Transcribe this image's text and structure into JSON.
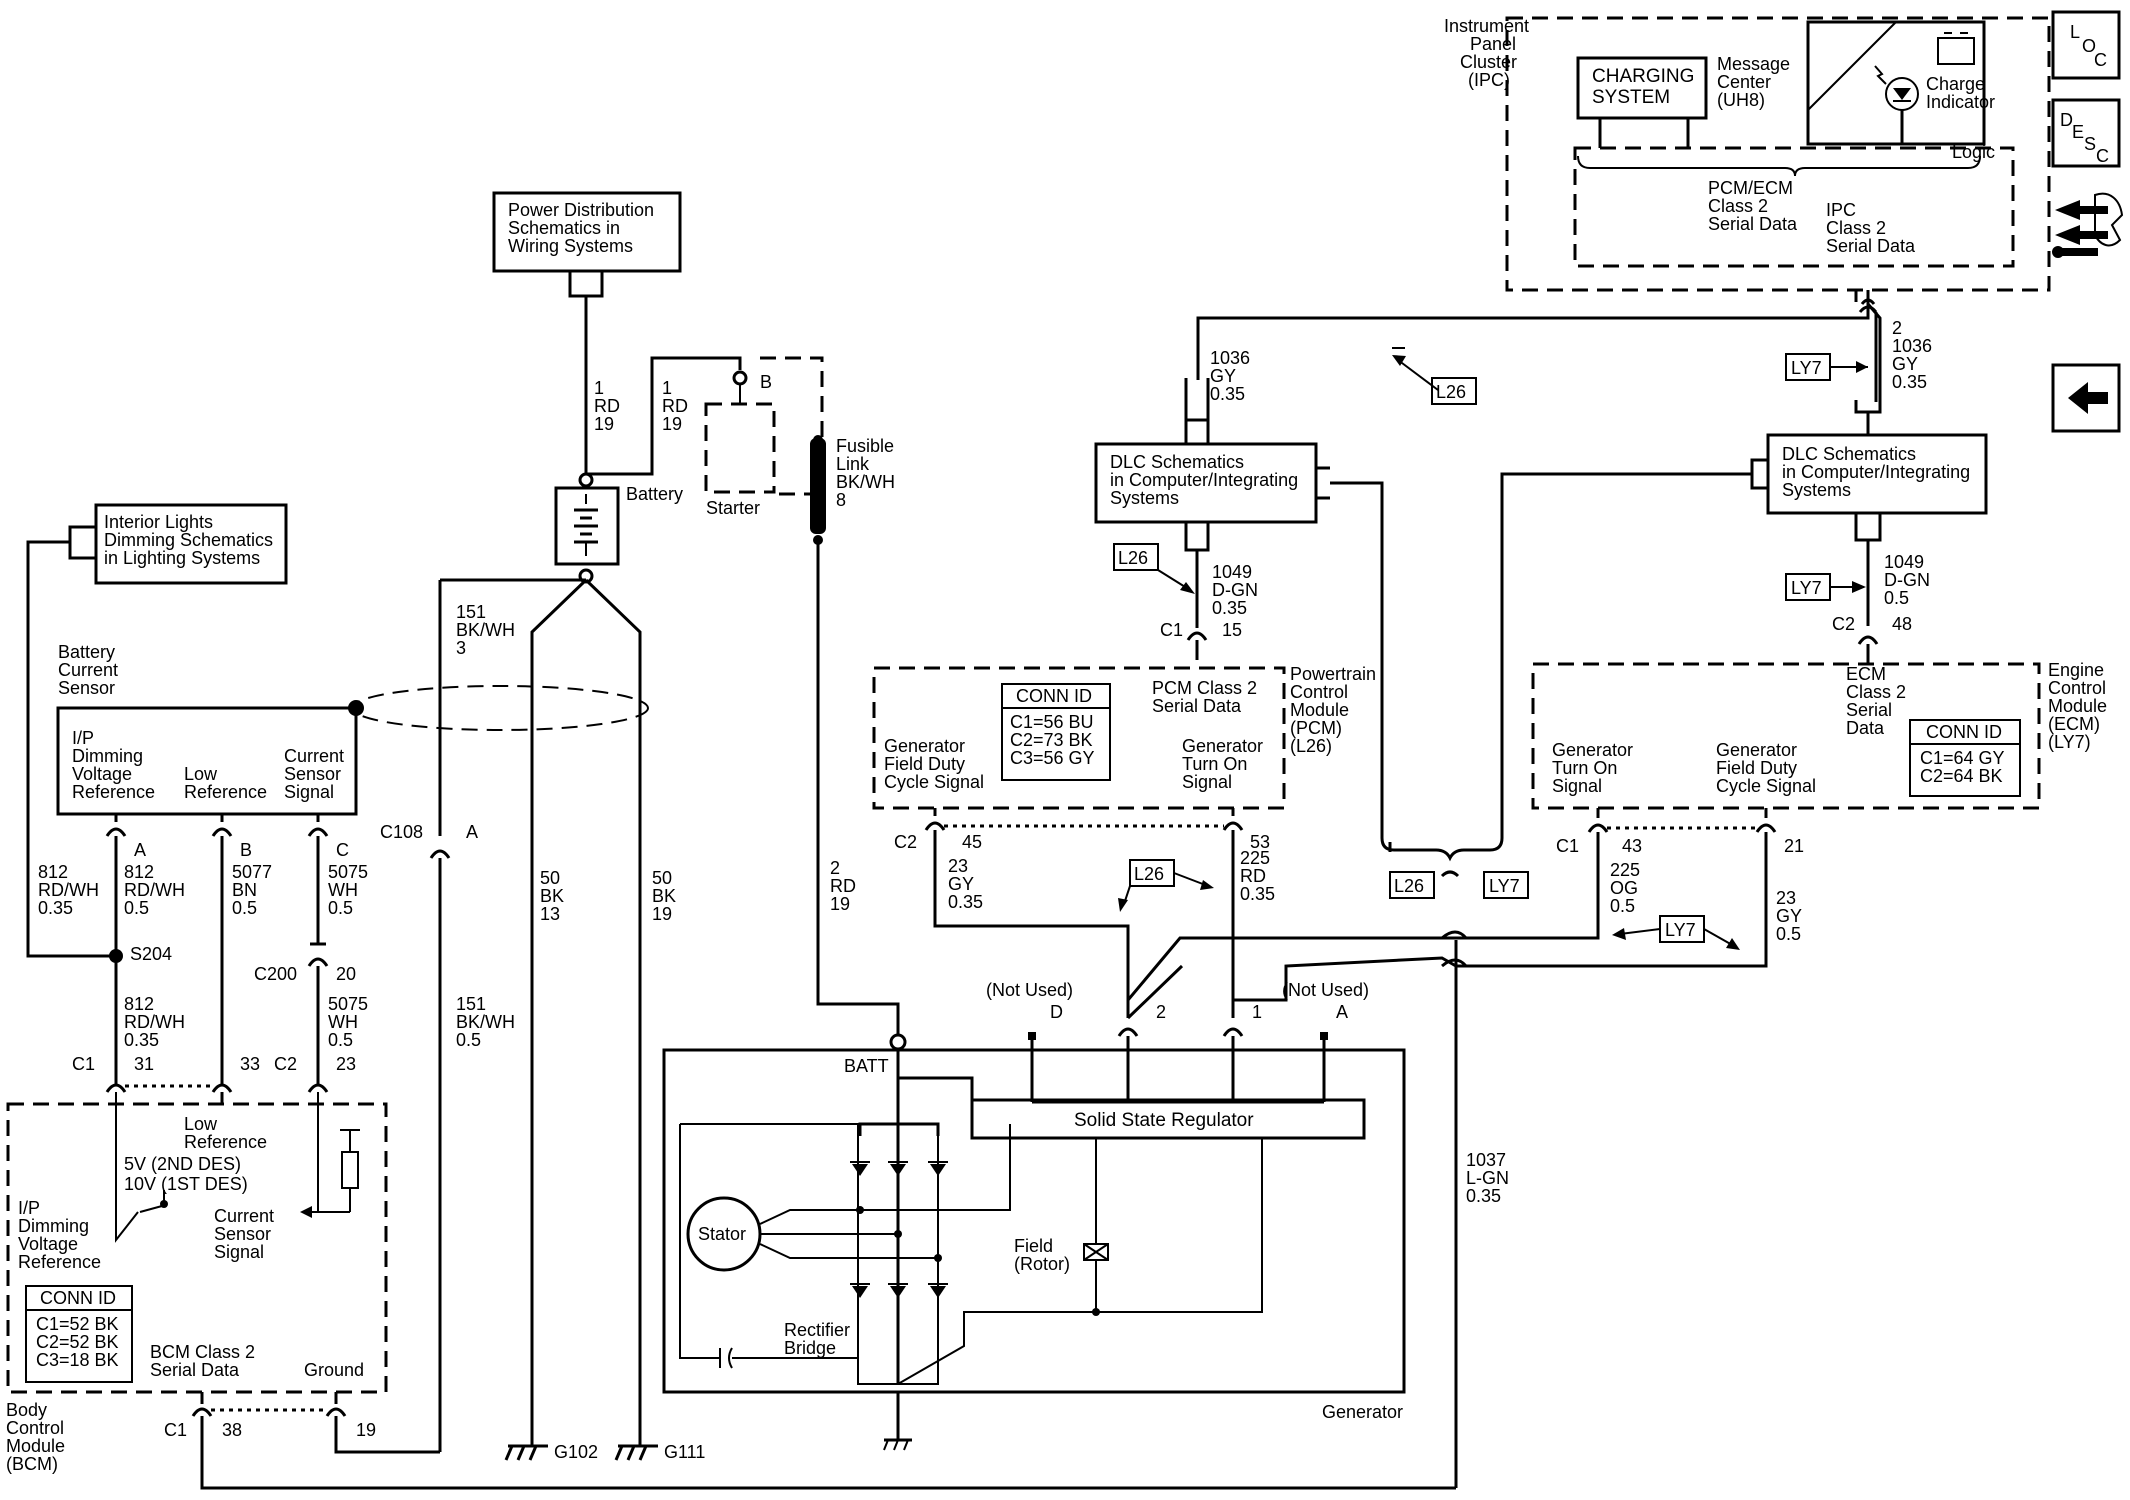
{
  "ipc": {
    "label": [
      "Instrument",
      "Panel",
      "Cluster",
      "(IPC)"
    ],
    "charging_system": [
      "CHARGING",
      "SYSTEM"
    ],
    "message_center": [
      "Message",
      "Center",
      "(UH8)"
    ],
    "charge_indicator": [
      "Charge",
      "Indicator"
    ],
    "logic": "Logic",
    "pcm_ecm_data": [
      "PCM/ECM",
      "Class 2",
      "Serial Data"
    ],
    "ipc_data": [
      "IPC",
      "Class 2",
      "Serial Data"
    ],
    "pin": "2"
  },
  "nav": {
    "loc": [
      "L",
      "O",
      "C"
    ],
    "desc": [
      "D",
      "E",
      "S",
      "C"
    ]
  },
  "power_dist": [
    "Power Distribution",
    "Schematics in",
    "Wiring Systems"
  ],
  "battery": {
    "label": "Battery"
  },
  "starter": {
    "label": "Starter",
    "terminal": "B"
  },
  "fusible_link": [
    "Fusible",
    "Link",
    "BK/WH",
    "8"
  ],
  "interior_lights": [
    "Interior Lights",
    "Dimming Schematics",
    "in Lighting Systems"
  ],
  "battery_current_sensor": {
    "label": [
      "Battery",
      "Current",
      "Sensor"
    ],
    "pin_a": [
      "I/P",
      "Dimming",
      "Voltage",
      "Reference"
    ],
    "pin_b": [
      "Low",
      "Reference"
    ],
    "pin_c": [
      "Current",
      "Sensor",
      "Signal"
    ]
  },
  "dlc_left": [
    "DLC Schematics",
    "in Computer/Integrating",
    "Systems"
  ],
  "dlc_right": [
    "DLC Schematics",
    "in Computer/Integrating",
    "Systems"
  ],
  "pcm": {
    "name": [
      "Powertrain",
      "Control",
      "Module",
      "(PCM)",
      "(L26)"
    ],
    "data": [
      "PCM Class 2",
      "Serial Data"
    ],
    "field": [
      "Generator",
      "Field Duty",
      "Cycle Signal"
    ],
    "turn_on": [
      "Generator",
      "Turn On",
      "Signal"
    ],
    "conn_id": [
      "CONN ID",
      "C1=56 BU",
      "C2=73 BK",
      "C3=56 GY"
    ]
  },
  "ecm": {
    "name": [
      "Engine",
      "Control",
      "Module",
      "(ECM)",
      "(LY7)"
    ],
    "data": [
      "ECM",
      "Class 2",
      "Serial",
      "Data"
    ],
    "turn_on": [
      "Generator",
      "Turn On",
      "Signal"
    ],
    "field": [
      "Generator",
      "Field Duty",
      "Cycle Signal"
    ],
    "conn_id": [
      "CONN ID",
      "C1=64 GY",
      "C2=64 BK"
    ]
  },
  "bcm": {
    "name": [
      "Body",
      "Control",
      "Module",
      "(BCM)"
    ],
    "low_ref": [
      "Low",
      "Reference"
    ],
    "des": [
      "5V (2ND DES)",
      "10V (1ST DES)"
    ],
    "ip_dim": [
      "I/P",
      "Dimming",
      "Voltage",
      "Reference"
    ],
    "current": [
      "Current",
      "Sensor",
      "Signal"
    ],
    "conn_id": [
      "CONN ID",
      "C1=52 BK",
      "C2=52 BK",
      "C3=18 BK"
    ],
    "data": [
      "BCM Class 2",
      "Serial Data"
    ],
    "ground": "Ground"
  },
  "generator": {
    "label": "Generator",
    "batt": "BATT",
    "regulator": "Solid State Regulator",
    "stator": "Stator",
    "field": [
      "Field",
      "(Rotor)"
    ],
    "rectifier": [
      "Rectifier",
      "Bridge"
    ],
    "not_used": "(Not Used)",
    "pin_d": "D",
    "pin_2": "2",
    "pin_1": "1",
    "pin_a": "A"
  },
  "tags": {
    "l26": "L26",
    "ly7": "LY7"
  },
  "wires": {
    "w1036_left": [
      "1036",
      "GY",
      "0.35"
    ],
    "w1036_right": [
      "2",
      "1036",
      "GY",
      "0.35"
    ],
    "w1049_left": [
      "1049",
      "D-GN",
      "0.35"
    ],
    "w1049_right": [
      "1049",
      "D-GN",
      "0.5"
    ],
    "w1_left": [
      "1",
      "RD",
      "19"
    ],
    "w1_right": [
      "1",
      "RD",
      "19"
    ],
    "w151_top": [
      "151",
      "BK/WH",
      "3"
    ],
    "w151_bot": [
      "151",
      "BK/WH",
      "0.5"
    ],
    "w50_13": [
      "50",
      "BK",
      "13"
    ],
    "w50_19": [
      "50",
      "BK",
      "19"
    ],
    "w2_rd": [
      "2",
      "RD",
      "19"
    ],
    "w812_a": [
      "812",
      "RD/WH",
      "0.35"
    ],
    "w812_b": [
      "812",
      "RD/WH",
      "0.5"
    ],
    "w812_c": [
      "812",
      "RD/WH",
      "0.35"
    ],
    "w5077": [
      "5077",
      "BN",
      "0.5"
    ],
    "w5075_a": [
      "5075",
      "WH",
      "0.5"
    ],
    "w5075_b": [
      "5075",
      "WH",
      "0.5"
    ],
    "w23_left": [
      "23",
      "GY",
      "0.35"
    ],
    "w225_left": [
      "225",
      "RD",
      "0.35"
    ],
    "w225_right": [
      "225",
      "OG",
      "0.5"
    ],
    "w23_right": [
      "23",
      "GY",
      "0.5"
    ],
    "w1037": [
      "1037",
      "L-GN",
      "0.35"
    ]
  },
  "connectors": {
    "pcm_c1": "C1",
    "pcm_c1_pin": "15",
    "ecm_c2": "C2",
    "ecm_c2_pin": "48",
    "pcm_c2": "C2",
    "pcm_c2_45": "45",
    "pcm_53": "53",
    "ecm_c1": "C1",
    "ecm_43": "43",
    "ecm_21": "21",
    "c108": "C108",
    "c108_a": "A",
    "pin_a": "A",
    "pin_b": "B",
    "pin_c": "C",
    "s204": "S204",
    "c200": "C200",
    "c200_pin": "20",
    "bcm_c1": "C1",
    "bcm_31": "31",
    "bcm_33": "33",
    "bcm_c2": "C2",
    "bcm_23": "23",
    "bcm_c1b": "C1",
    "bcm_38": "38",
    "bcm_19": "19",
    "g102": "G102",
    "g111": "G111"
  }
}
